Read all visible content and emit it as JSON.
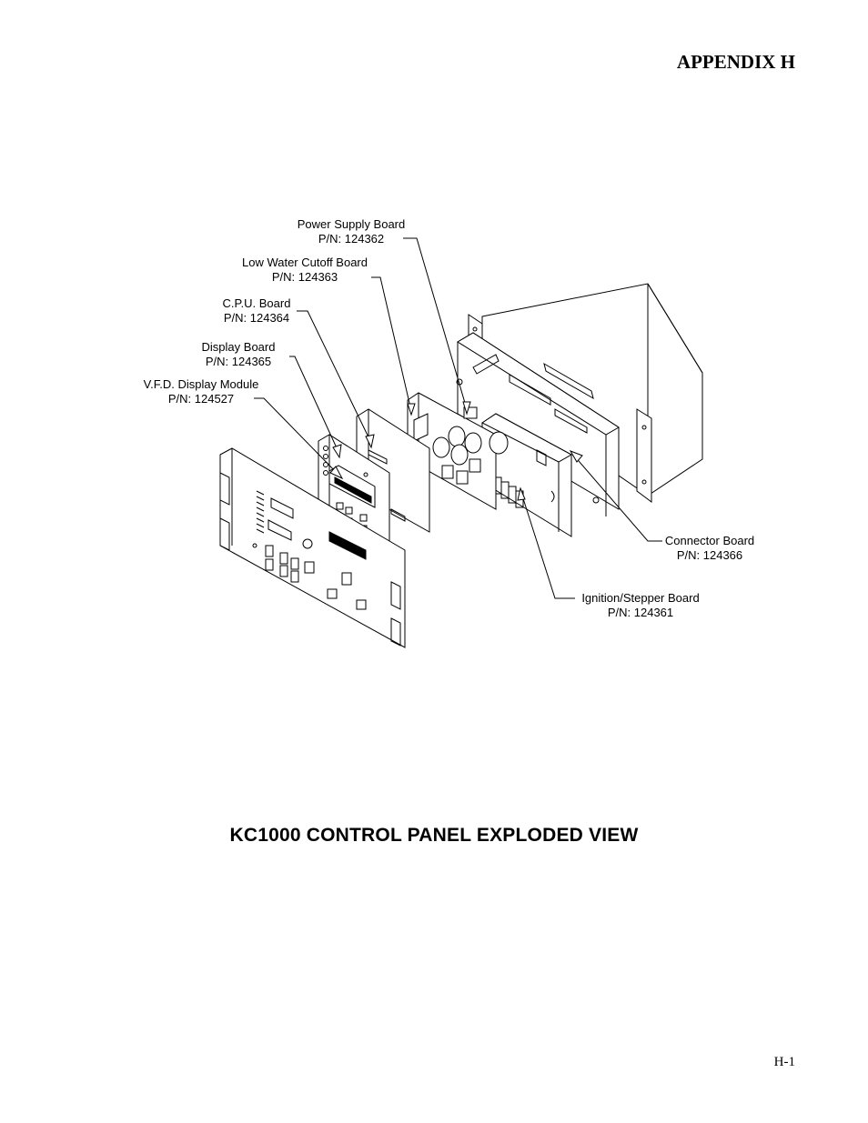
{
  "header": {
    "appendix": "APPENDIX H"
  },
  "footer": {
    "page": "H-1"
  },
  "diagram": {
    "caption": "KC1000 CONTROL PANEL EXPLODED VIEW",
    "callouts": [
      {
        "name": "Power Supply Board",
        "pn": "P/N: 124362"
      },
      {
        "name": "Low Water Cutoff Board",
        "pn": "P/N: 124363"
      },
      {
        "name": "C.P.U. Board",
        "pn": "P/N: 124364"
      },
      {
        "name": "Display Board",
        "pn": "P/N: 124365"
      },
      {
        "name": "V.F.D. Display Module",
        "pn": "P/N: 124527"
      },
      {
        "name": "Connector Board",
        "pn": "P/N: 124366"
      },
      {
        "name": "Ignition/Stepper Board",
        "pn": "P/N: 124361"
      }
    ]
  }
}
